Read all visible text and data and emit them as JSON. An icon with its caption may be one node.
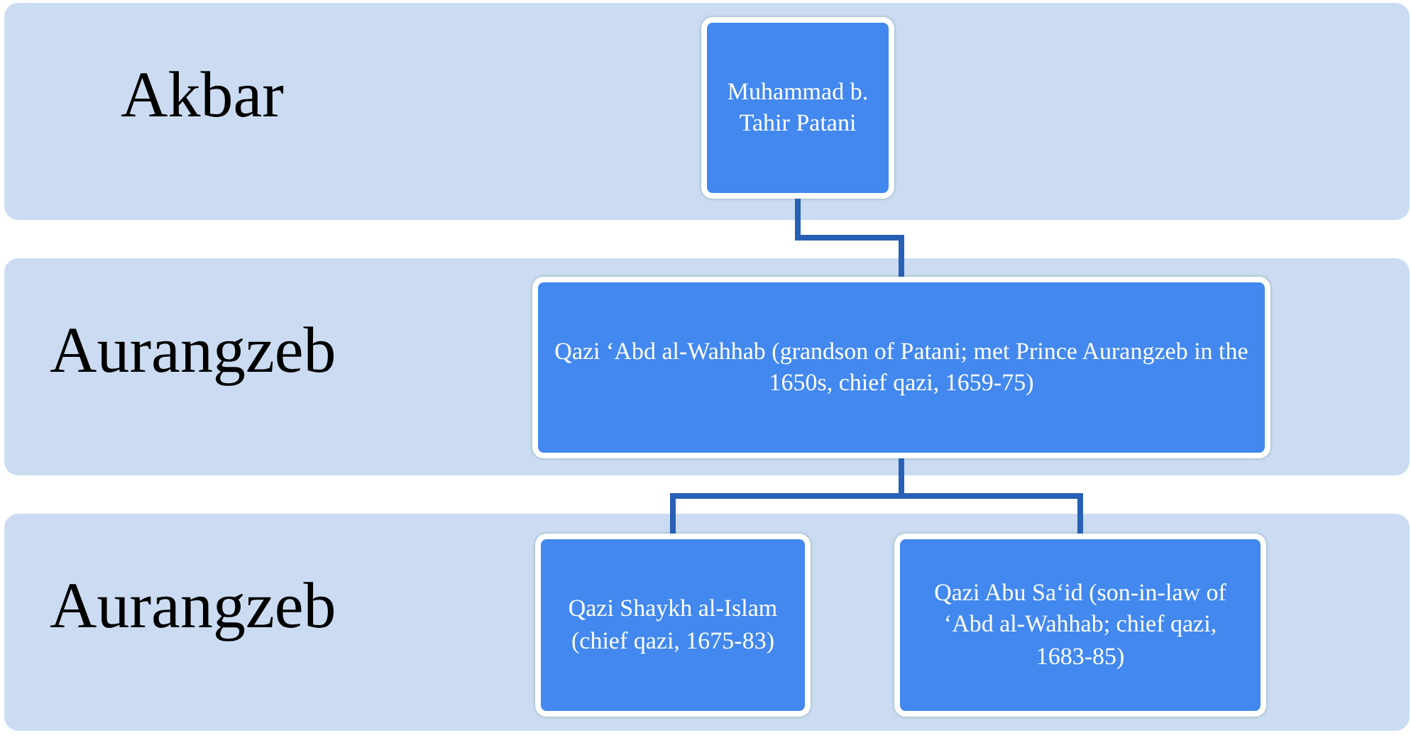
{
  "diagram": {
    "nodes": [
      {
        "text": [
          "Akbar"
        ]
      },
      {
        "text": [
          "Muhammad b. Tahir Patani"
        ],
        "in": 0
      },
      {
        "text": [
          "Aurangzeb"
        ]
      },
      {
        "text": [
          "Qazi ‘Abd al-Wahhab (grandson of Patani; met Prince Aurangzeb in the 1650s, chief qazi, 1659-75)"
        ],
        "in": 2
      },
      {
        "text": [
          "Aurangzeb"
        ]
      },
      {
        "text": [
          "Qazi Shaykh al-Islam (chief qazi, 1675-83)"
        ],
        "in": 4
      },
      {
        "text": [
          "Qazi Abu Sa‘id (son-in-law of ‘Abd al-Wahhab; chief qazi,  1683-85)"
        ],
        "in": 4
      }
    ],
    "edges": [
      {
        "from": 1,
        "to": 3,
        "arrow": "none"
      },
      {
        "from": 3,
        "to": 5,
        "arrow": "none"
      },
      {
        "from": 3,
        "to": 6,
        "arrow": "none"
      }
    ]
  }
}
